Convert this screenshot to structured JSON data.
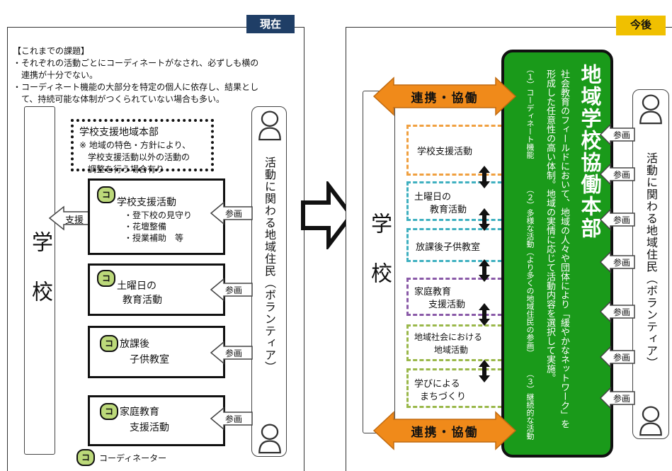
{
  "left": {
    "tag": "現在",
    "issues_title": "【これまでの課題】",
    "issues": [
      "・それぞれの活動ごとにコーディネートがなされ、必ずしも横の",
      "　連携が十分でない。",
      "・コーディネート機能の大部分を特定の個人に依存し、結果とし",
      "　て、持続可能な体制がつくられていない場合も多い。"
    ],
    "school": "学校",
    "residents": "活動に関わる地域住民（ボランティア）",
    "hq_title": "学校支援地域本部",
    "hq_note": [
      "※ 地域の特色・方針により、",
      "　学校支援活動以外の活動の",
      "　調整を行う場合有り"
    ],
    "support_label": "支援",
    "coord_mark": "コ",
    "activities": [
      {
        "title": "学校支援活動",
        "lines": [
          "・登下校の見守り",
          "・花壇整備",
          "・授業補助　等"
        ]
      },
      {
        "title": "土曜日の",
        "lines": [
          "教育活動"
        ]
      },
      {
        "title": "放課後",
        "lines": [
          "子供教室"
        ]
      },
      {
        "title": "家庭教育",
        "lines": [
          "支援活動"
        ]
      }
    ],
    "participate": "参画",
    "legend": "コーディネーター"
  },
  "right": {
    "tag": "今後",
    "school": "学校",
    "residents": "活動に関わる地域住民（ボランティア）",
    "hq_title": "地域学校協働本部",
    "hq_desc": [
      "社会教育のフィールドにおいて、地域の人々や団体により「緩やかなネットワーク」を",
      "形成した任意性の高い体制。地域の実情に応じて活動内容を選択して実施。"
    ],
    "functions": [
      "（１）コーディネート機能",
      "（２）多様な活動（より多くの地域住民の参画）",
      "（３）継続的な活動"
    ],
    "link_label": "連携・協働",
    "participate": "参画",
    "activities": [
      {
        "lines": [
          "学校支援活動"
        ],
        "color": "#f0a040"
      },
      {
        "lines": [
          "土曜日の",
          "教育活動"
        ],
        "color": "#3fb0c0"
      },
      {
        "lines": [
          "放課後子供教室"
        ],
        "color": "#3fb0c0"
      },
      {
        "lines": [
          "家庭教育",
          "支援活動"
        ],
        "color": "#8a5aa8"
      },
      {
        "lines": [
          "地域社会における",
          "地域活動"
        ],
        "color": "#9ab84a"
      },
      {
        "lines": [
          "学びによる",
          "まちづくり"
        ],
        "color": "#9ab84a"
      }
    ]
  },
  "colors": {
    "tag_left": "#1f3e66",
    "tag_right": "#f0c000",
    "hq_green": "#1a9a1a",
    "link_orange": "#f08a1a",
    "coord_badge": "#bcd97a"
  }
}
